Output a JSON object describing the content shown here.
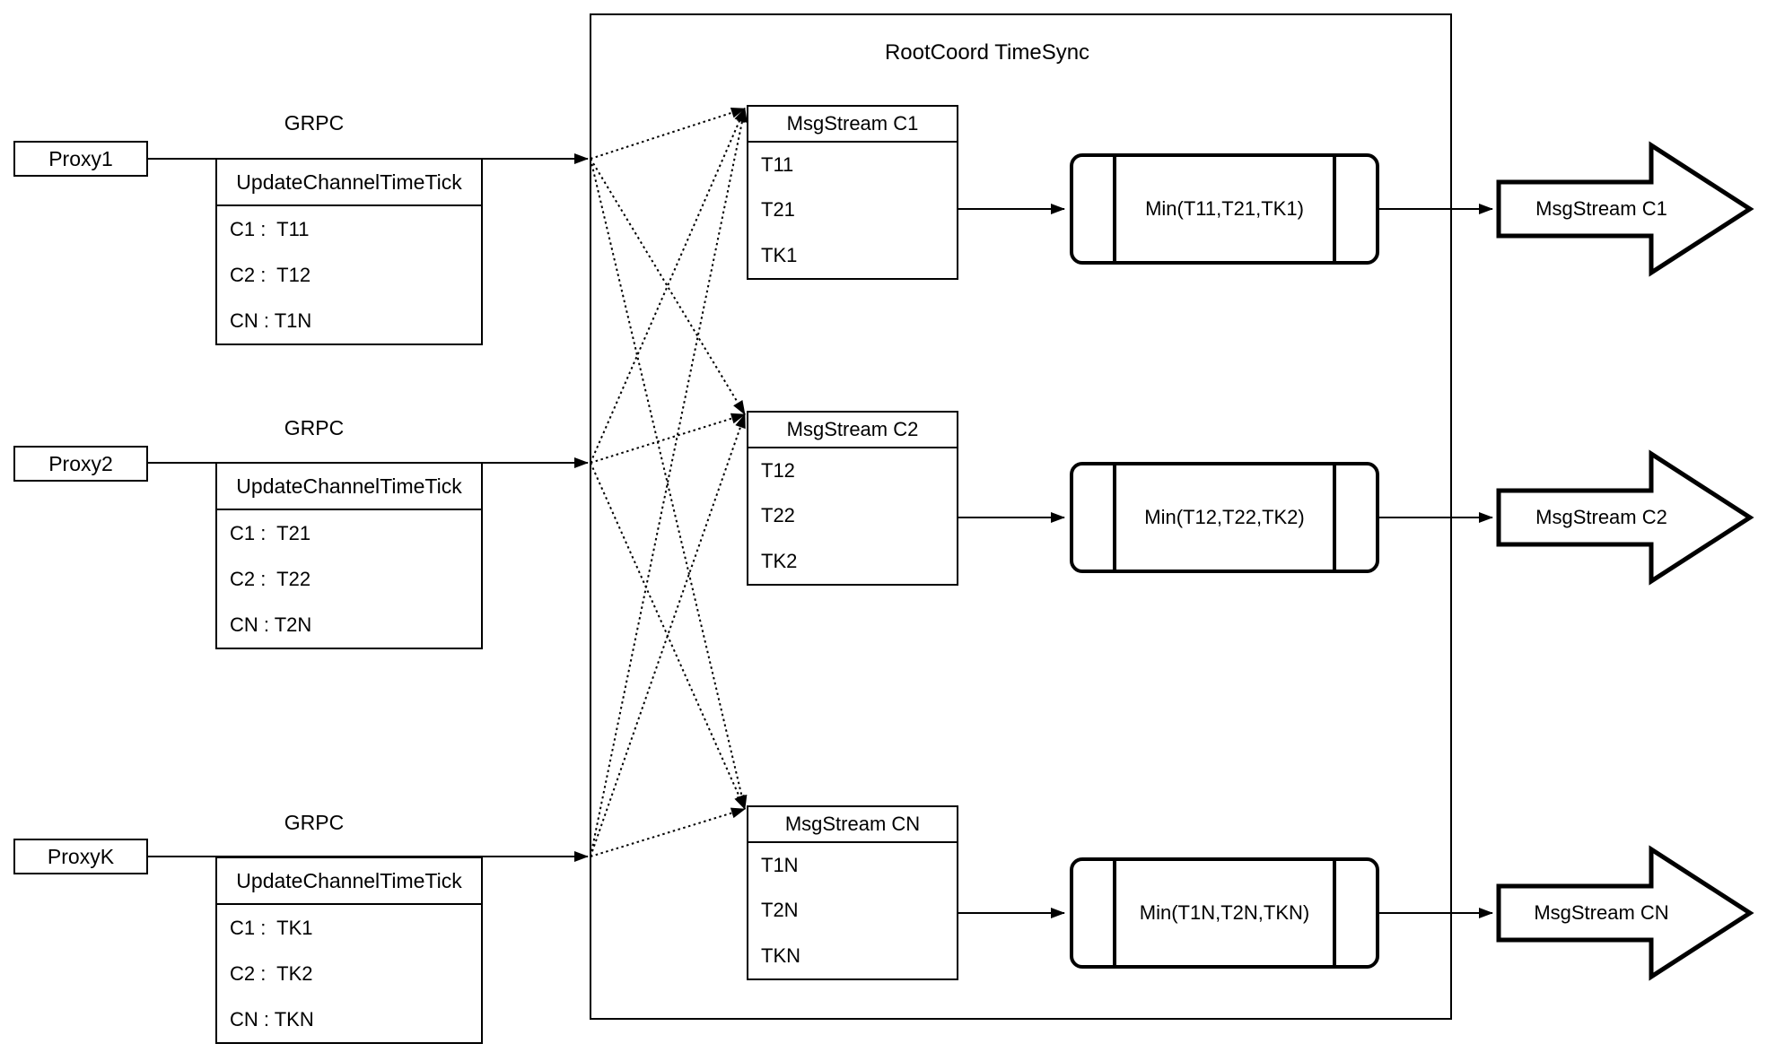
{
  "title": "RootCoord TimeSync",
  "proxies": [
    {
      "label": "Proxy1",
      "protocol": "GRPC",
      "message": {
        "title": "UpdateChannelTimeTick",
        "rows": [
          "C1 :  T11",
          "C2 :  T12",
          "CN : T1N"
        ]
      }
    },
    {
      "label": "Proxy2",
      "protocol": "GRPC",
      "message": {
        "title": "UpdateChannelTimeTick",
        "rows": [
          "C1 :  T21",
          "C2 :  T22",
          "CN : T2N"
        ]
      }
    },
    {
      "label": "ProxyK",
      "protocol": "GRPC",
      "message": {
        "title": "UpdateChannelTimeTick",
        "rows": [
          "C1 :  TK1",
          "C2 :  TK2",
          "CN : TKN"
        ]
      }
    }
  ],
  "streams": [
    {
      "table_title": "MsgStream C1",
      "ticks": [
        "T11",
        "T21",
        "TK1"
      ],
      "min_label": "Min(T11,T21,TK1)",
      "output_label": "MsgStream C1"
    },
    {
      "table_title": "MsgStream C2",
      "ticks": [
        "T12",
        "T22",
        "TK2"
      ],
      "min_label": "Min(T12,T22,TK2)",
      "output_label": "MsgStream C2"
    },
    {
      "table_title": "MsgStream CN",
      "ticks": [
        "T1N",
        "T2N",
        "TKN"
      ],
      "min_label": "Min(T1N,T2N,TKN)",
      "output_label": "MsgStream CN"
    }
  ],
  "colors": {
    "stroke": "#000000",
    "background": "#ffffff"
  }
}
